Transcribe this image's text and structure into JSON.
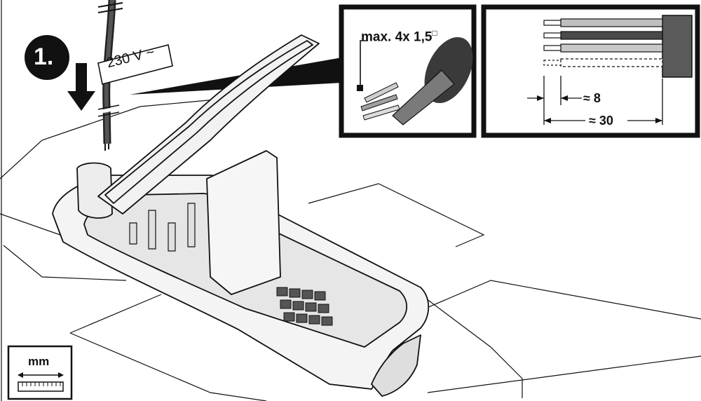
{
  "step": {
    "number": "1."
  },
  "cable": {
    "voltage_label": "230 V ~"
  },
  "detail_cable": {
    "label": "max. 4x 1,5",
    "square_symbol": "□"
  },
  "strip_lengths": {
    "short": "≈ 8",
    "long": "≈ 30"
  },
  "units_badge": {
    "label": "mm"
  },
  "colors": {
    "stroke": "#111111",
    "wire_dark": "#555555",
    "wire_mid": "#8a8a8a",
    "wire_light": "#c8c8c8",
    "sheath": "#6a6a6a"
  }
}
